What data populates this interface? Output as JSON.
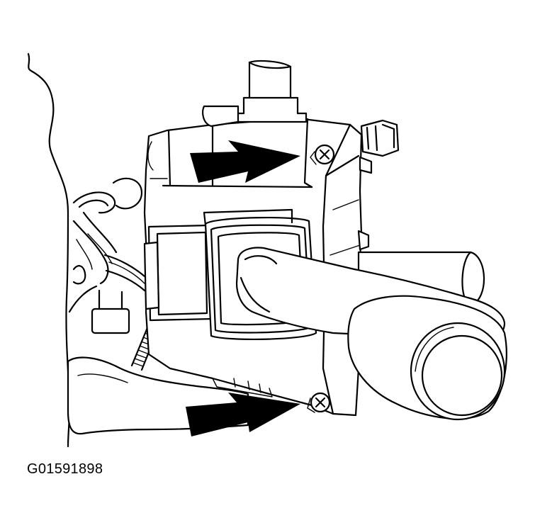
{
  "figure": {
    "id_label": "G01591898"
  },
  "callouts": [
    {
      "name": "upper-fastener-arrow",
      "color": "#000000"
    },
    {
      "name": "lower-fastener-arrow",
      "color": "#000000"
    }
  ],
  "colors": {
    "line": "#000000",
    "background": "#ffffff"
  }
}
